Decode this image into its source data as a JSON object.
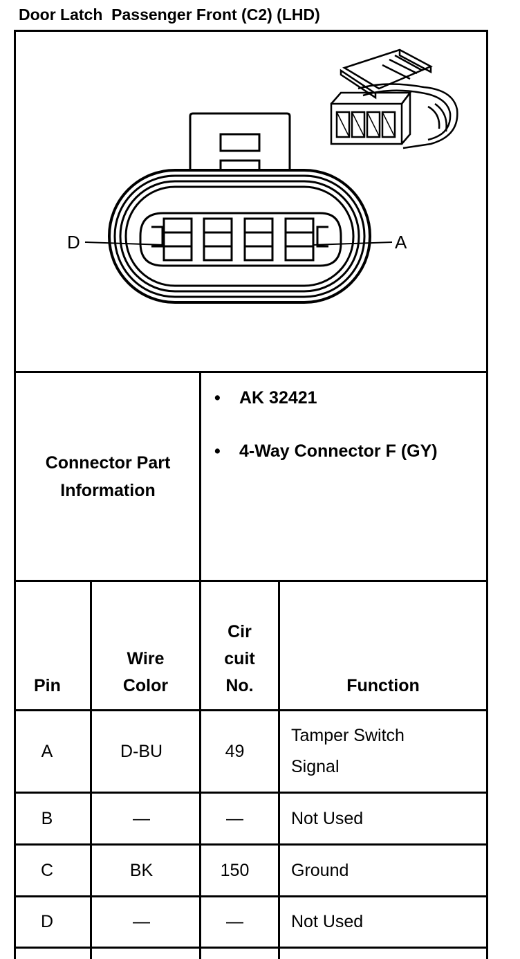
{
  "title": "Door Latch  Passenger Front (C2) (LHD)",
  "diagram": {
    "label_left": "D",
    "label_right": "A"
  },
  "connector_info": {
    "label": "Connector Part Information",
    "items": [
      "AK 32421",
      "4-Way Connector F (GY)"
    ]
  },
  "table": {
    "headers": {
      "pin": "Pin",
      "wire_color": "Wire Color",
      "circuit_no": "Cir cuit No.",
      "function": "Function"
    },
    "rows": [
      {
        "pin": "A",
        "wire_color": "D-BU",
        "circuit_no": "49",
        "function": "Tamper Switch Signal"
      },
      {
        "pin": "B",
        "wire_color": "—",
        "circuit_no": "—",
        "function": "Not Used"
      },
      {
        "pin": "C",
        "wire_color": "BK",
        "circuit_no": "150",
        "function": "Ground"
      },
      {
        "pin": "D",
        "wire_color": "—",
        "circuit_no": "—",
        "function": "Not Used"
      }
    ]
  }
}
